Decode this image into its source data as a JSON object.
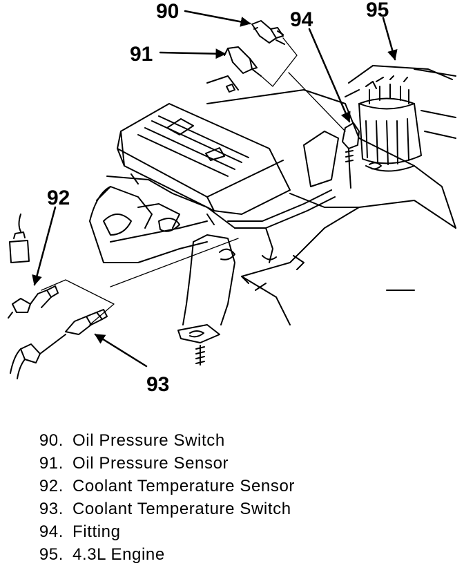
{
  "callouts": {
    "c90": "90",
    "c91": "91",
    "c92": "92",
    "c93": "93",
    "c94": "94",
    "c95": "95"
  },
  "legend": [
    {
      "num": "90.",
      "text": "Oil Pressure Switch"
    },
    {
      "num": "91.",
      "text": "Oil Pressure Sensor"
    },
    {
      "num": "92.",
      "text": "Coolant Temperature Sensor"
    },
    {
      "num": "93.",
      "text": "Coolant Temperature Switch"
    },
    {
      "num": "94.",
      "text": "Fitting"
    },
    {
      "num": "95.",
      "text": "4.3L Engine"
    }
  ]
}
